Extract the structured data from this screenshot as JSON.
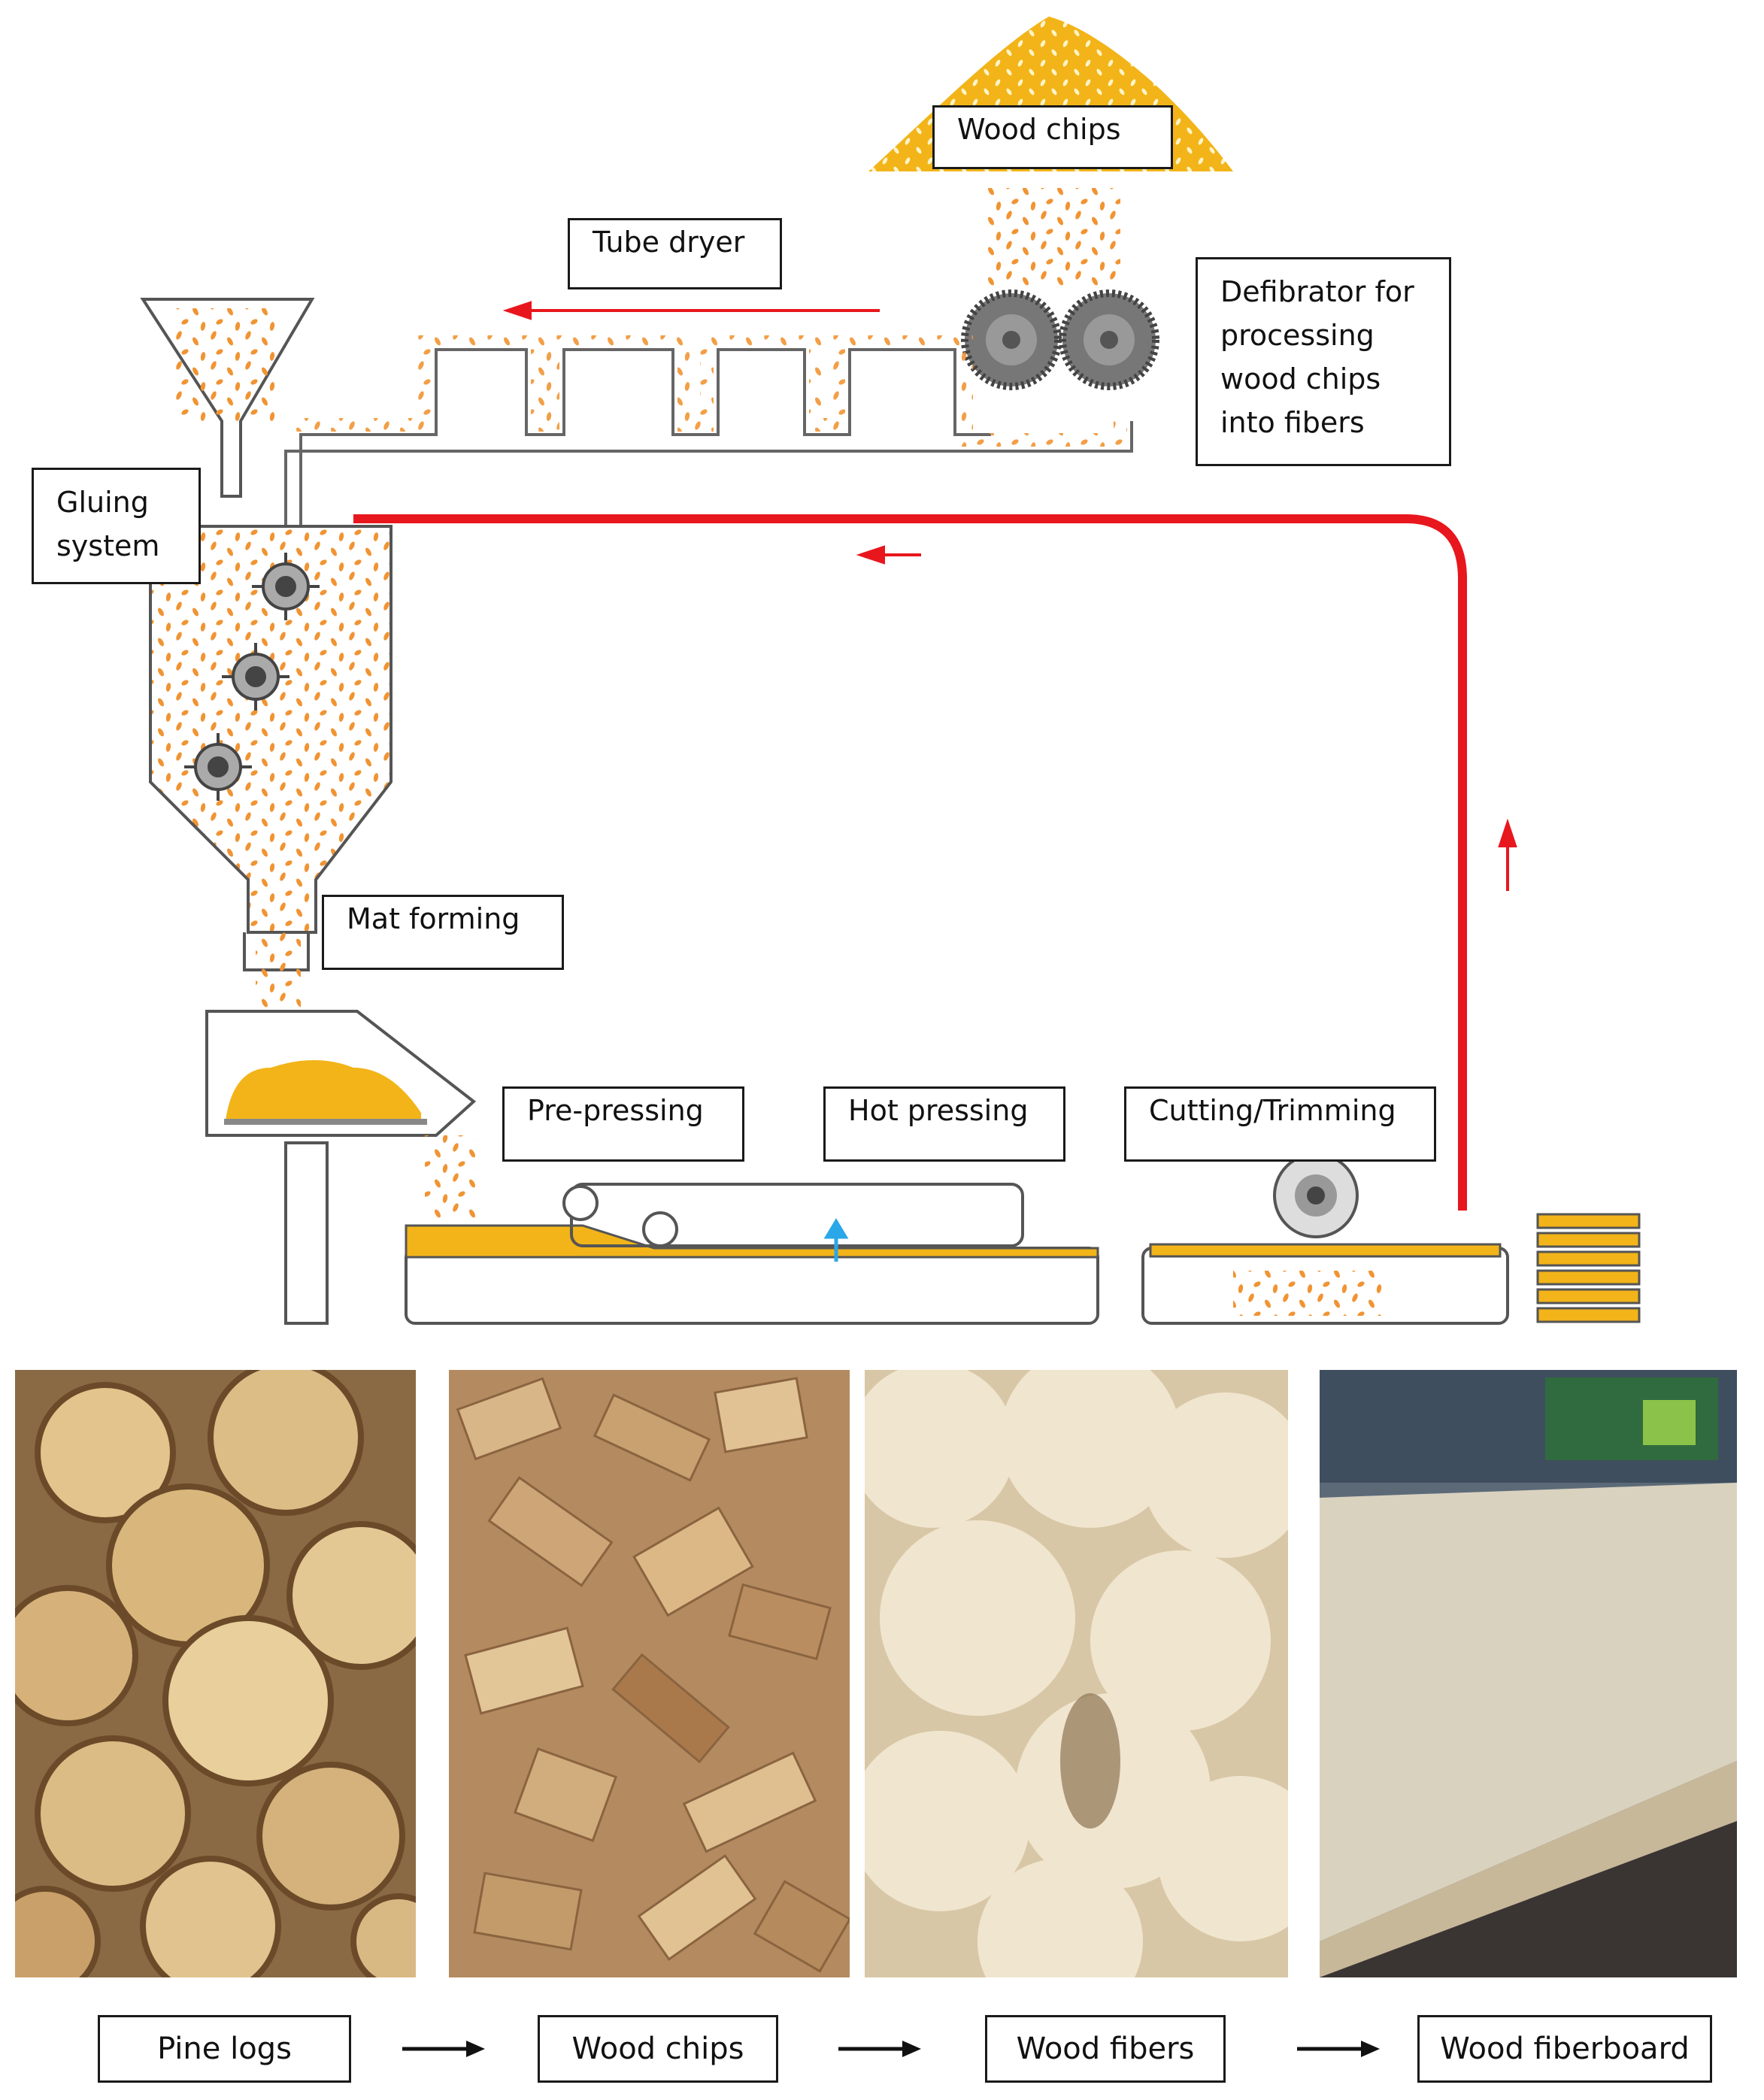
{
  "process": {
    "wood_chips": "Wood chips",
    "tube_dryer": "Tube dryer",
    "defibrator": "Defibrator for processing wood chips into fibers",
    "gluing": "Gluing system",
    "mat_forming": "Mat forming",
    "pre_pressing": "Pre-pressing",
    "hot_pressing": "Hot pressing",
    "cutting": "Cutting/Trimming"
  },
  "photos": [
    {
      "caption": "Pine logs",
      "icon": "pine-logs-photo"
    },
    {
      "caption": "Wood chips",
      "icon": "wood-chips-photo"
    },
    {
      "caption": "Wood fibers",
      "icon": "wood-fibers-photo"
    },
    {
      "caption": "Wood fiberboard",
      "icon": "wood-fiberboard-photo"
    }
  ],
  "colors": {
    "material": "#f2b418",
    "particles": "#f09433",
    "flow_arrow": "#e8171d",
    "air_arrow": "#2aa7e8",
    "outline": "#555555"
  }
}
